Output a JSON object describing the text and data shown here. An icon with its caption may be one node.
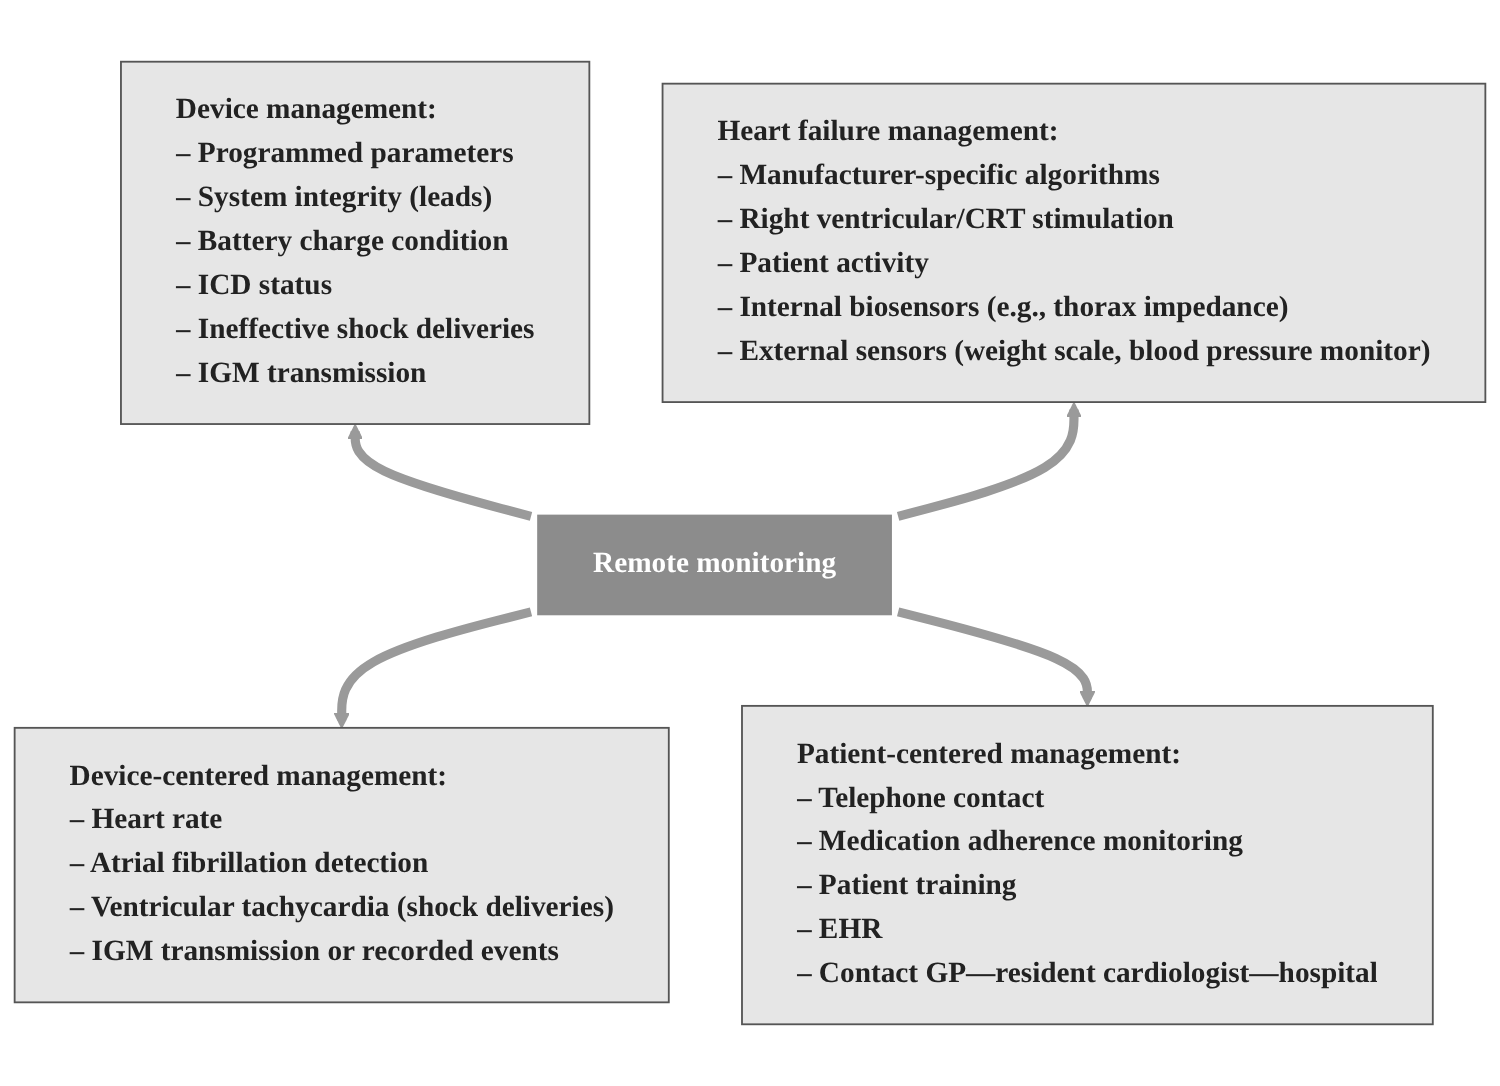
{
  "diagram": {
    "nodes": [
      {
        "text": [
          "Device management:",
          "– Programmed parameters",
          "– System integrity (leads)",
          "– Battery charge condition",
          "– ICD status",
          "– Ineffective shock deliveries",
          "– IGM transmission"
        ]
      },
      {
        "text": [
          "Heart failure management:",
          "– Manufacturer-specific algorithms",
          "– Right ventricular/CRT stimulation",
          "– Patient activity",
          "– Internal biosensors (e.g., thorax impedance)",
          "– External sensors (weight scale, blood pressure monitor)"
        ]
      },
      {
        "text": [
          "Remote monitoring"
        ]
      },
      {
        "text": [
          "Device-centered management:",
          "– Heart rate",
          "– Atrial fibrillation detection",
          "– Ventricular tachycardia (shock deliveries)",
          "– IGM transmission or recorded events"
        ]
      },
      {
        "text": [
          "Patient-centered management:",
          "– Telephone contact",
          "– Medication adherence monitoring",
          "– Patient training",
          "– EHR",
          "– Contact GP—resident cardiologist—hospital"
        ]
      }
    ],
    "edges": [
      {
        "from": 2,
        "to": 0,
        "arrow": "to"
      },
      {
        "from": 2,
        "to": 1,
        "arrow": "to"
      },
      {
        "from": 2,
        "to": 3,
        "arrow": "to"
      },
      {
        "from": 2,
        "to": 4,
        "arrow": "to"
      }
    ]
  }
}
